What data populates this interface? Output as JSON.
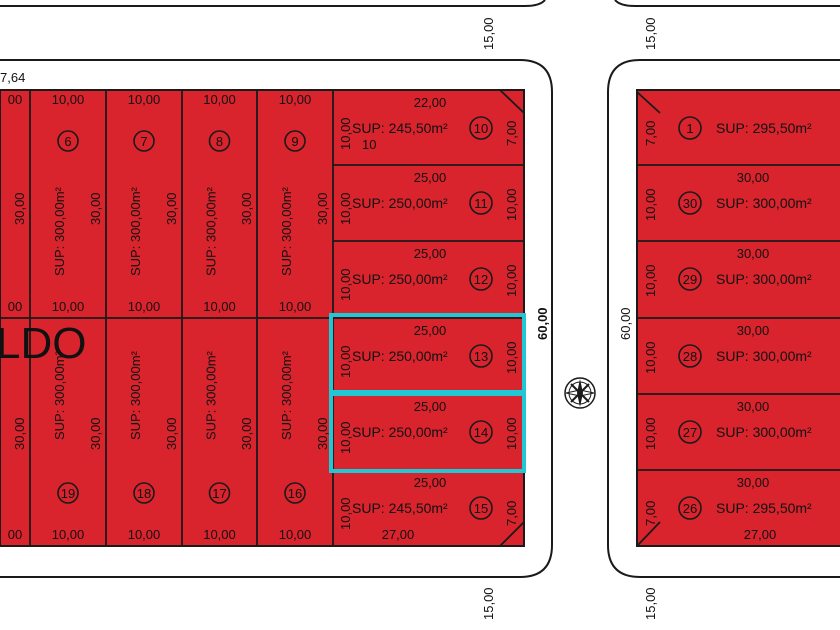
{
  "colors": {
    "lot_fill": "#d9232d",
    "line": "#1a1a1a",
    "highlight": "#22c7d6",
    "background": "#ffffff"
  },
  "block_left": {
    "partial_label": "7,64",
    "street_name_fragment": "LDO",
    "top_row": [
      {
        "width": "00",
        "lot": "",
        "sup": "",
        "side": "30,00",
        "bottom": "00"
      },
      {
        "width": "10,00",
        "lot": "6",
        "sup": "SUP: 300,00m²",
        "side": "30,00",
        "bottom": "10,00"
      },
      {
        "width": "10,00",
        "lot": "7",
        "sup": "SUP: 300,00m²",
        "side": "30,00",
        "bottom": "10,00"
      },
      {
        "width": "10,00",
        "lot": "8",
        "sup": "SUP: 300,00m²",
        "side": "30,00",
        "bottom": "10,00"
      },
      {
        "width": "10,00",
        "lot": "9",
        "sup": "SUP: 300,00m²",
        "side": "30,00",
        "bottom": "10,00"
      }
    ],
    "bottom_row": [
      {
        "lot": "",
        "sup": "",
        "side": "30,00",
        "bottom": "00"
      },
      {
        "lot": "19",
        "sup": "SUP: 300,00m²",
        "side": "30,00",
        "bottom": "10,00"
      },
      {
        "lot": "18",
        "sup": "SUP: 300,00m²",
        "side": "30,00",
        "bottom": "10,00"
      },
      {
        "lot": "17",
        "sup": "SUP: 300,00m²",
        "side": "30,00",
        "bottom": "10,00"
      },
      {
        "lot": "16",
        "sup": "SUP: 300,00m²",
        "side": "30,00",
        "bottom": "10,00"
      }
    ],
    "right_column": [
      {
        "lot": "10",
        "front": "22,00",
        "sup": "SUP: 245,50m²",
        "left": "10,00",
        "right": "7,00",
        "extra": "10",
        "highlighted": false
      },
      {
        "lot": "11",
        "front": "25,00",
        "sup": "SUP: 250,00m²",
        "left": "10,00",
        "right": "10,00",
        "highlighted": false
      },
      {
        "lot": "12",
        "front": "25,00",
        "sup": "SUP: 250,00m²",
        "left": "10,00",
        "right": "10,00",
        "highlighted": false
      },
      {
        "lot": "13",
        "front": "25,00",
        "sup": "SUP: 250,00m²",
        "left": "10,00",
        "right": "10,00",
        "highlighted": true
      },
      {
        "lot": "14",
        "front": "25,00",
        "sup": "SUP: 250,00m²",
        "left": "10,00",
        "right": "10,00",
        "highlighted": true
      },
      {
        "lot": "15",
        "front": "25,00",
        "sup": "SUP: 245,50m²",
        "left": "10,00",
        "right": "7,00",
        "highlighted": false
      }
    ],
    "bottom_right_width": "27,00",
    "depth_label": "60,00"
  },
  "block_right": {
    "depth_label": "60,00",
    "lots": [
      {
        "lot": "1",
        "front": "",
        "sup": "SUP: 295,50m²",
        "left": "7,00"
      },
      {
        "lot": "30",
        "front": "30,00",
        "sup": "SUP: 300,00m²",
        "left": "10,00"
      },
      {
        "lot": "29",
        "front": "30,00",
        "sup": "SUP: 300,00m²",
        "left": "10,00"
      },
      {
        "lot": "28",
        "front": "30,00",
        "sup": "SUP: 300,00m²",
        "left": "10,00"
      },
      {
        "lot": "27",
        "front": "30,00",
        "sup": "SUP: 300,00m²",
        "left": "10,00"
      },
      {
        "lot": "26",
        "front": "30,00",
        "sup": "SUP: 295,50m²",
        "left": "7,00"
      }
    ],
    "bottom_width": "27,00"
  },
  "street_labels": {
    "top_left": "15,00",
    "top_right": "15,00",
    "bottom_left": "15,00",
    "bottom_right": "15,00"
  },
  "compass_icon": "north-arrow-compass"
}
